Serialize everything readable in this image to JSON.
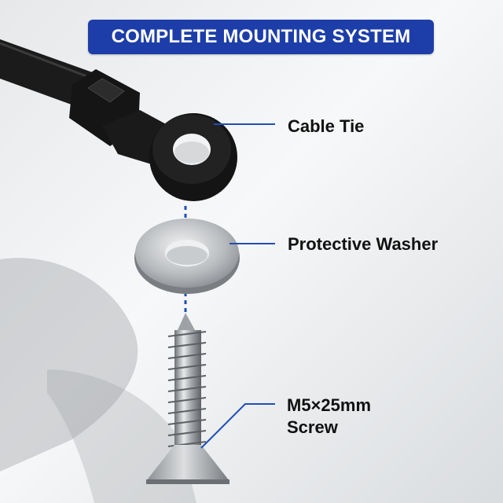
{
  "banner": {
    "text": "COMPLETE MOUNTING SYSTEM",
    "color": "#1d3ea8"
  },
  "callouts": [
    {
      "label": "Cable Tie"
    },
    {
      "label": "Protective Washer"
    },
    {
      "label": "M5×25mm",
      "label_line2": "Screw"
    }
  ],
  "colors": {
    "leader_line": "#1f4fb5",
    "cable_tie": "#1b1b1b",
    "metal": "#b9bcc0"
  }
}
